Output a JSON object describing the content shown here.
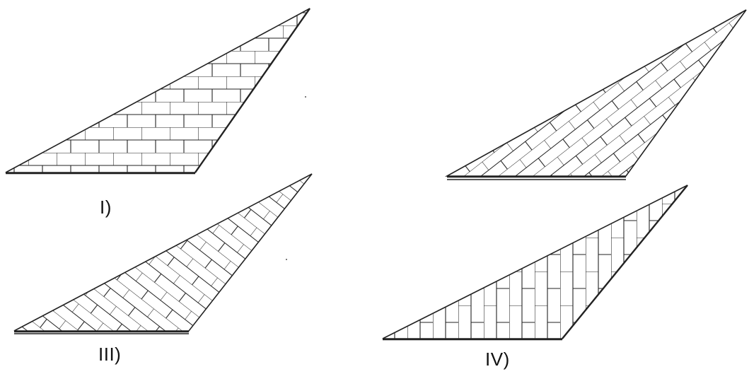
{
  "figure": {
    "panels": [
      {
        "id": "I",
        "label": "I)",
        "hatch": "horizontal-bricks"
      },
      {
        "id": "II",
        "label": "",
        "hatch": "diagonal-bricks-parallel-to-hypotenuse"
      },
      {
        "id": "III",
        "label": "III)",
        "hatch": "diagonal-bricks-perpendicular-to-hypotenuse"
      },
      {
        "id": "IV",
        "label": "IV)",
        "hatch": "vertical-bricks"
      }
    ],
    "colors": {
      "stroke": "#222222",
      "background": "#ffffff"
    }
  }
}
